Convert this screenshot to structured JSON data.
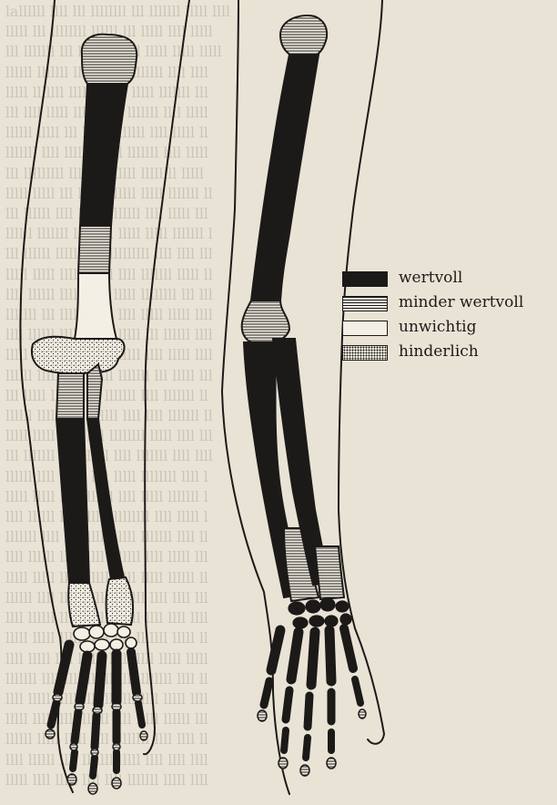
{
  "legend": {
    "items": [
      {
        "key": "black",
        "label": "wertvoll"
      },
      {
        "key": "hatch",
        "label": "minder wertvoll"
      },
      {
        "key": "white",
        "label": "unwichtig"
      },
      {
        "key": "dots",
        "label": "hinderlich"
      }
    ]
  },
  "colors": {
    "paper": "#e9e3d5",
    "ink": "#1c1a18",
    "light": "#f3efe4"
  }
}
